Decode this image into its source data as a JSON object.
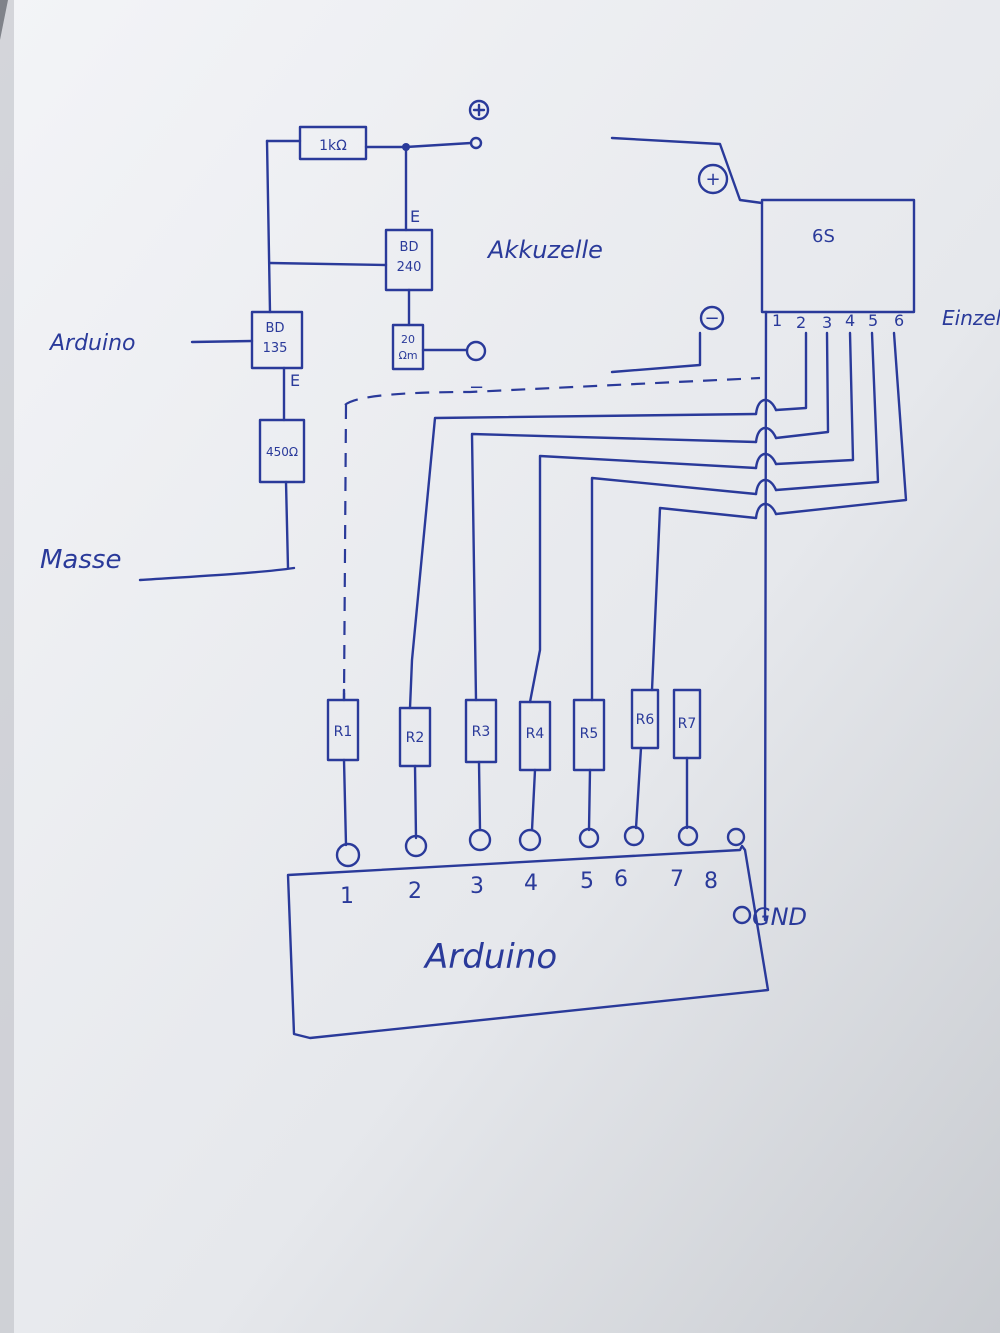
{
  "diagram": {
    "labels": {
      "plus_terminal": "+",
      "resistor_1k": "1kΩ",
      "emitter_top": "E",
      "transistor_bd240_line1": "BD",
      "transistor_bd240_line2": "240",
      "akkuzelle": "Akkuzelle",
      "plus_6s": "+",
      "six_s": "6S",
      "minus_6s": "−",
      "einzel": "Einzel",
      "arduino_input": "Arduino",
      "transistor_bd135_line1": "BD",
      "transistor_bd135_line2": "135",
      "emitter_bottom": "E",
      "resistor_20_line1": "20",
      "resistor_20_line2": "Ωm",
      "minus_terminal": "−",
      "resistor_450": "450Ω",
      "masse": "Masse",
      "arduino_board": "Arduino",
      "gnd": "GND"
    },
    "cell_taps": [
      "1",
      "2",
      "3",
      "4",
      "5",
      "6"
    ],
    "resistors": [
      "R1",
      "R2",
      "R3",
      "R4",
      "R5",
      "R6",
      "R7"
    ],
    "arduino_pins": [
      "1",
      "2",
      "3",
      "4",
      "5",
      "6",
      "7",
      "8"
    ]
  },
  "colors": {
    "paper": "#eceef2",
    "ink": "#2a3a9a",
    "background": "#3a3f45"
  }
}
